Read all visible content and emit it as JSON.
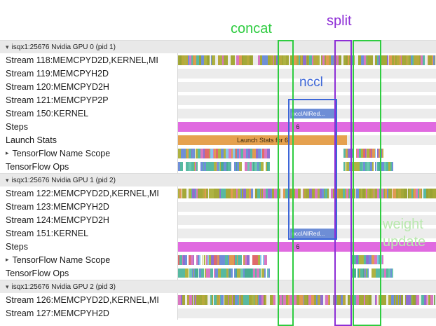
{
  "annotations": {
    "concat": {
      "label": "concat",
      "color": "#2ecc40"
    },
    "split": {
      "label": "split",
      "color": "#8e2fd6"
    },
    "nccl": {
      "label": "nccl",
      "color": "#3c66d8"
    },
    "weight_update": {
      "label": "weight update",
      "color": "#b9e9ae",
      "box_color": "#2ecc40"
    }
  },
  "colors": {
    "steps_bar": "#e06ae0",
    "launch_bar": "#e5a14f",
    "nccl_bar": "#6e8ed6",
    "track_strip": "#ececec",
    "header_bg": "#e9e9e9"
  },
  "palettes": {
    "stream": [
      "#a4a838",
      "#98a234",
      "#aeb242",
      "#a4a838",
      "#8f6fd0",
      "#6f8fd8",
      "#d977c0",
      "#e09a52",
      "#58b9a2",
      "#a4a838",
      "#b7a93c"
    ],
    "scope": [
      "#d977c0",
      "#8f6fd0",
      "#6f8fd8",
      "#58b9a2",
      "#e09a52",
      "#aeb242",
      "#85c8ea",
      "#e06a6a"
    ],
    "ops": [
      "#57b9a1",
      "#6cc7b1",
      "#49ab93",
      "#d977c0",
      "#aeb242",
      "#6f8fd8",
      "#57b9a1"
    ]
  },
  "rows": [
    {
      "kind": "header",
      "label": "isqx1:25676 Nvidia GPU 0 (pid 1)",
      "arrow": "▾"
    },
    {
      "kind": "track",
      "label": "Stream 118:MEMCPYD2D,KERNEL,MI",
      "strip": true,
      "bars": [
        {
          "type": "dense",
          "start": 0,
          "end": 1,
          "palette": "stream",
          "seed": 11,
          "h": 14
        }
      ]
    },
    {
      "kind": "track",
      "label": "Stream 119:MEMCPYH2D",
      "strip": true,
      "bars": []
    },
    {
      "kind": "track",
      "label": "Stream 120:MEMCPYD2H",
      "strip": true,
      "bars": []
    },
    {
      "kind": "track",
      "label": "Stream 121:MEMCPYP2P",
      "strip": true,
      "bars": []
    },
    {
      "kind": "track",
      "label": "Stream 150:KERNEL",
      "strip": true,
      "bars": [
        {
          "type": "solid",
          "start": 0.435,
          "end": 0.612,
          "color": "nccl_bar",
          "label": "ncclAllRed...",
          "label_color": "#ffffff",
          "label_align": "left",
          "h": 14,
          "name": "nccl-allreduce-bar"
        }
      ]
    },
    {
      "kind": "track",
      "label": "Steps",
      "strip": false,
      "bars": [
        {
          "type": "solid",
          "start": 0,
          "end": 1,
          "color": "steps_bar",
          "label": "6",
          "label_color": "#222222",
          "label_align": "pos",
          "label_pos": 0.452,
          "h": 14,
          "name": "steps-bar"
        }
      ]
    },
    {
      "kind": "track",
      "label": "Launch Stats",
      "strip": true,
      "bars": [
        {
          "type": "solid",
          "start": 0,
          "end": 0.655,
          "color": "launch_bar",
          "label": "Launch Stats for 6",
          "label_color": "#3a2a10",
          "label_align": "center",
          "h": 14,
          "name": "launch-stats-bar"
        }
      ]
    },
    {
      "kind": "track",
      "label": "TensorFlow Name Scope",
      "arrow": "▸",
      "strip": false,
      "bars": [
        {
          "type": "dense",
          "start": 0,
          "end": 0.355,
          "palette": "scope",
          "seed": 21,
          "h": 14
        },
        {
          "type": "dense",
          "start": 0.64,
          "end": 0.795,
          "palette": "scope",
          "seed": 22,
          "h": 13
        }
      ]
    },
    {
      "kind": "track",
      "label": "TensorFlow Ops",
      "strip": false,
      "bars": [
        {
          "type": "dense",
          "start": 0,
          "end": 0.355,
          "palette": "ops",
          "seed": 23,
          "h": 13
        },
        {
          "type": "dense",
          "start": 0.64,
          "end": 0.835,
          "palette": "ops",
          "seed": 24,
          "h": 13
        }
      ]
    },
    {
      "kind": "header",
      "label": "isqx1:25676 Nvidia GPU 1 (pid 2)",
      "arrow": "▾"
    },
    {
      "kind": "track",
      "label": "Stream 122:MEMCPYD2D,KERNEL,MI",
      "strip": true,
      "bars": [
        {
          "type": "dense",
          "start": 0,
          "end": 1,
          "palette": "stream",
          "seed": 31,
          "h": 14
        }
      ]
    },
    {
      "kind": "track",
      "label": "Stream 123:MEMCPYH2D",
      "strip": true,
      "bars": []
    },
    {
      "kind": "track",
      "label": "Stream 124:MEMCPYD2H",
      "strip": true,
      "bars": []
    },
    {
      "kind": "track",
      "label": "Stream 151:KERNEL",
      "strip": true,
      "bars": [
        {
          "type": "solid",
          "start": 0.435,
          "end": 0.612,
          "color": "nccl_bar",
          "label": "ncclAllRed...",
          "label_color": "#ffffff",
          "label_align": "left",
          "h": 14,
          "name": "nccl-allreduce-bar"
        }
      ]
    },
    {
      "kind": "track",
      "label": "Steps",
      "strip": false,
      "bars": [
        {
          "type": "solid",
          "start": 0,
          "end": 1,
          "color": "steps_bar",
          "label": "6",
          "label_color": "#222222",
          "label_align": "pos",
          "label_pos": 0.452,
          "h": 14,
          "name": "steps-bar"
        }
      ]
    },
    {
      "kind": "track",
      "label": "TensorFlow Name Scope",
      "arrow": "▸",
      "strip": false,
      "bars": [
        {
          "type": "dense",
          "start": 0,
          "end": 0.355,
          "palette": "scope",
          "seed": 41,
          "h": 14
        },
        {
          "type": "dense",
          "start": 0.675,
          "end": 0.795,
          "palette": "scope",
          "seed": 42,
          "h": 13
        }
      ]
    },
    {
      "kind": "track",
      "label": "TensorFlow Ops",
      "strip": false,
      "bars": [
        {
          "type": "dense",
          "start": 0,
          "end": 0.355,
          "palette": "ops",
          "seed": 43,
          "h": 13
        },
        {
          "type": "dense",
          "start": 0.675,
          "end": 0.835,
          "palette": "ops",
          "seed": 44,
          "h": 13
        }
      ]
    },
    {
      "kind": "header",
      "label": "isqx1:25676 Nvidia GPU 2 (pid 3)",
      "arrow": "▾"
    },
    {
      "kind": "track",
      "label": "Stream 126:MEMCPYD2D,KERNEL,MI",
      "strip": true,
      "bars": [
        {
          "type": "dense",
          "start": 0,
          "end": 1,
          "palette": "stream",
          "seed": 51,
          "h": 14
        }
      ]
    },
    {
      "kind": "track",
      "label": "Stream 127:MEMCPYH2D",
      "strip": true,
      "bars": []
    }
  ]
}
